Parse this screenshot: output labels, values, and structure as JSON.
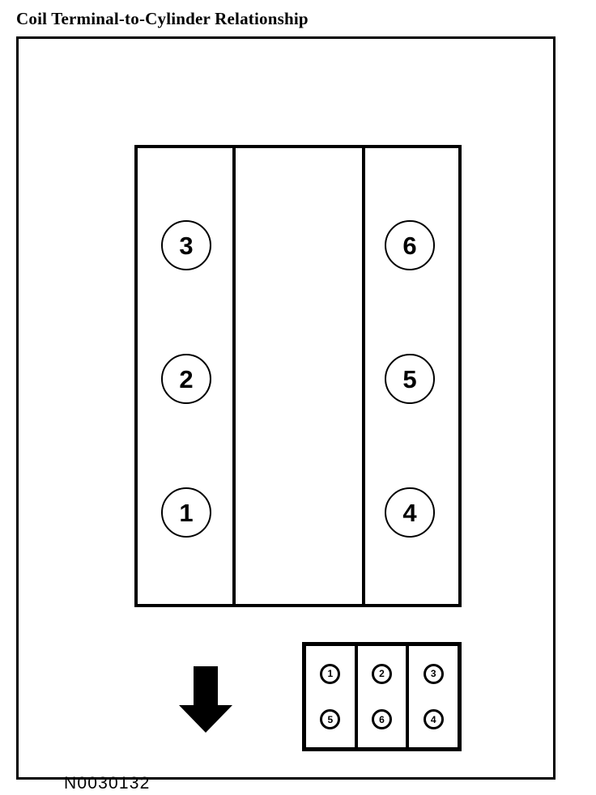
{
  "page": {
    "title": "Coil Terminal-to-Cylinder Relationship",
    "reference_number": "N0030132",
    "background_color": "#ffffff",
    "line_color": "#000000"
  },
  "engine_block": {
    "name": "engine-block",
    "banks": [
      {
        "name": "left-bank",
        "cylinders": [
          {
            "label": "3",
            "position": "top"
          },
          {
            "label": "2",
            "position": "middle"
          },
          {
            "label": "1",
            "position": "bottom"
          }
        ]
      },
      {
        "name": "center-section",
        "cylinders": []
      },
      {
        "name": "right-bank",
        "cylinders": [
          {
            "label": "6",
            "position": "top"
          },
          {
            "label": "5",
            "position": "middle"
          },
          {
            "label": "4",
            "position": "bottom"
          }
        ]
      }
    ]
  },
  "direction_arrow": {
    "name": "front-of-vehicle-arrow",
    "direction": "down",
    "fill_color": "#000000"
  },
  "coil_pack": {
    "name": "coil-pack",
    "columns": [
      {
        "top_terminal": "1",
        "bottom_terminal": "5"
      },
      {
        "top_terminal": "2",
        "bottom_terminal": "6"
      },
      {
        "top_terminal": "3",
        "bottom_terminal": "4"
      }
    ]
  }
}
